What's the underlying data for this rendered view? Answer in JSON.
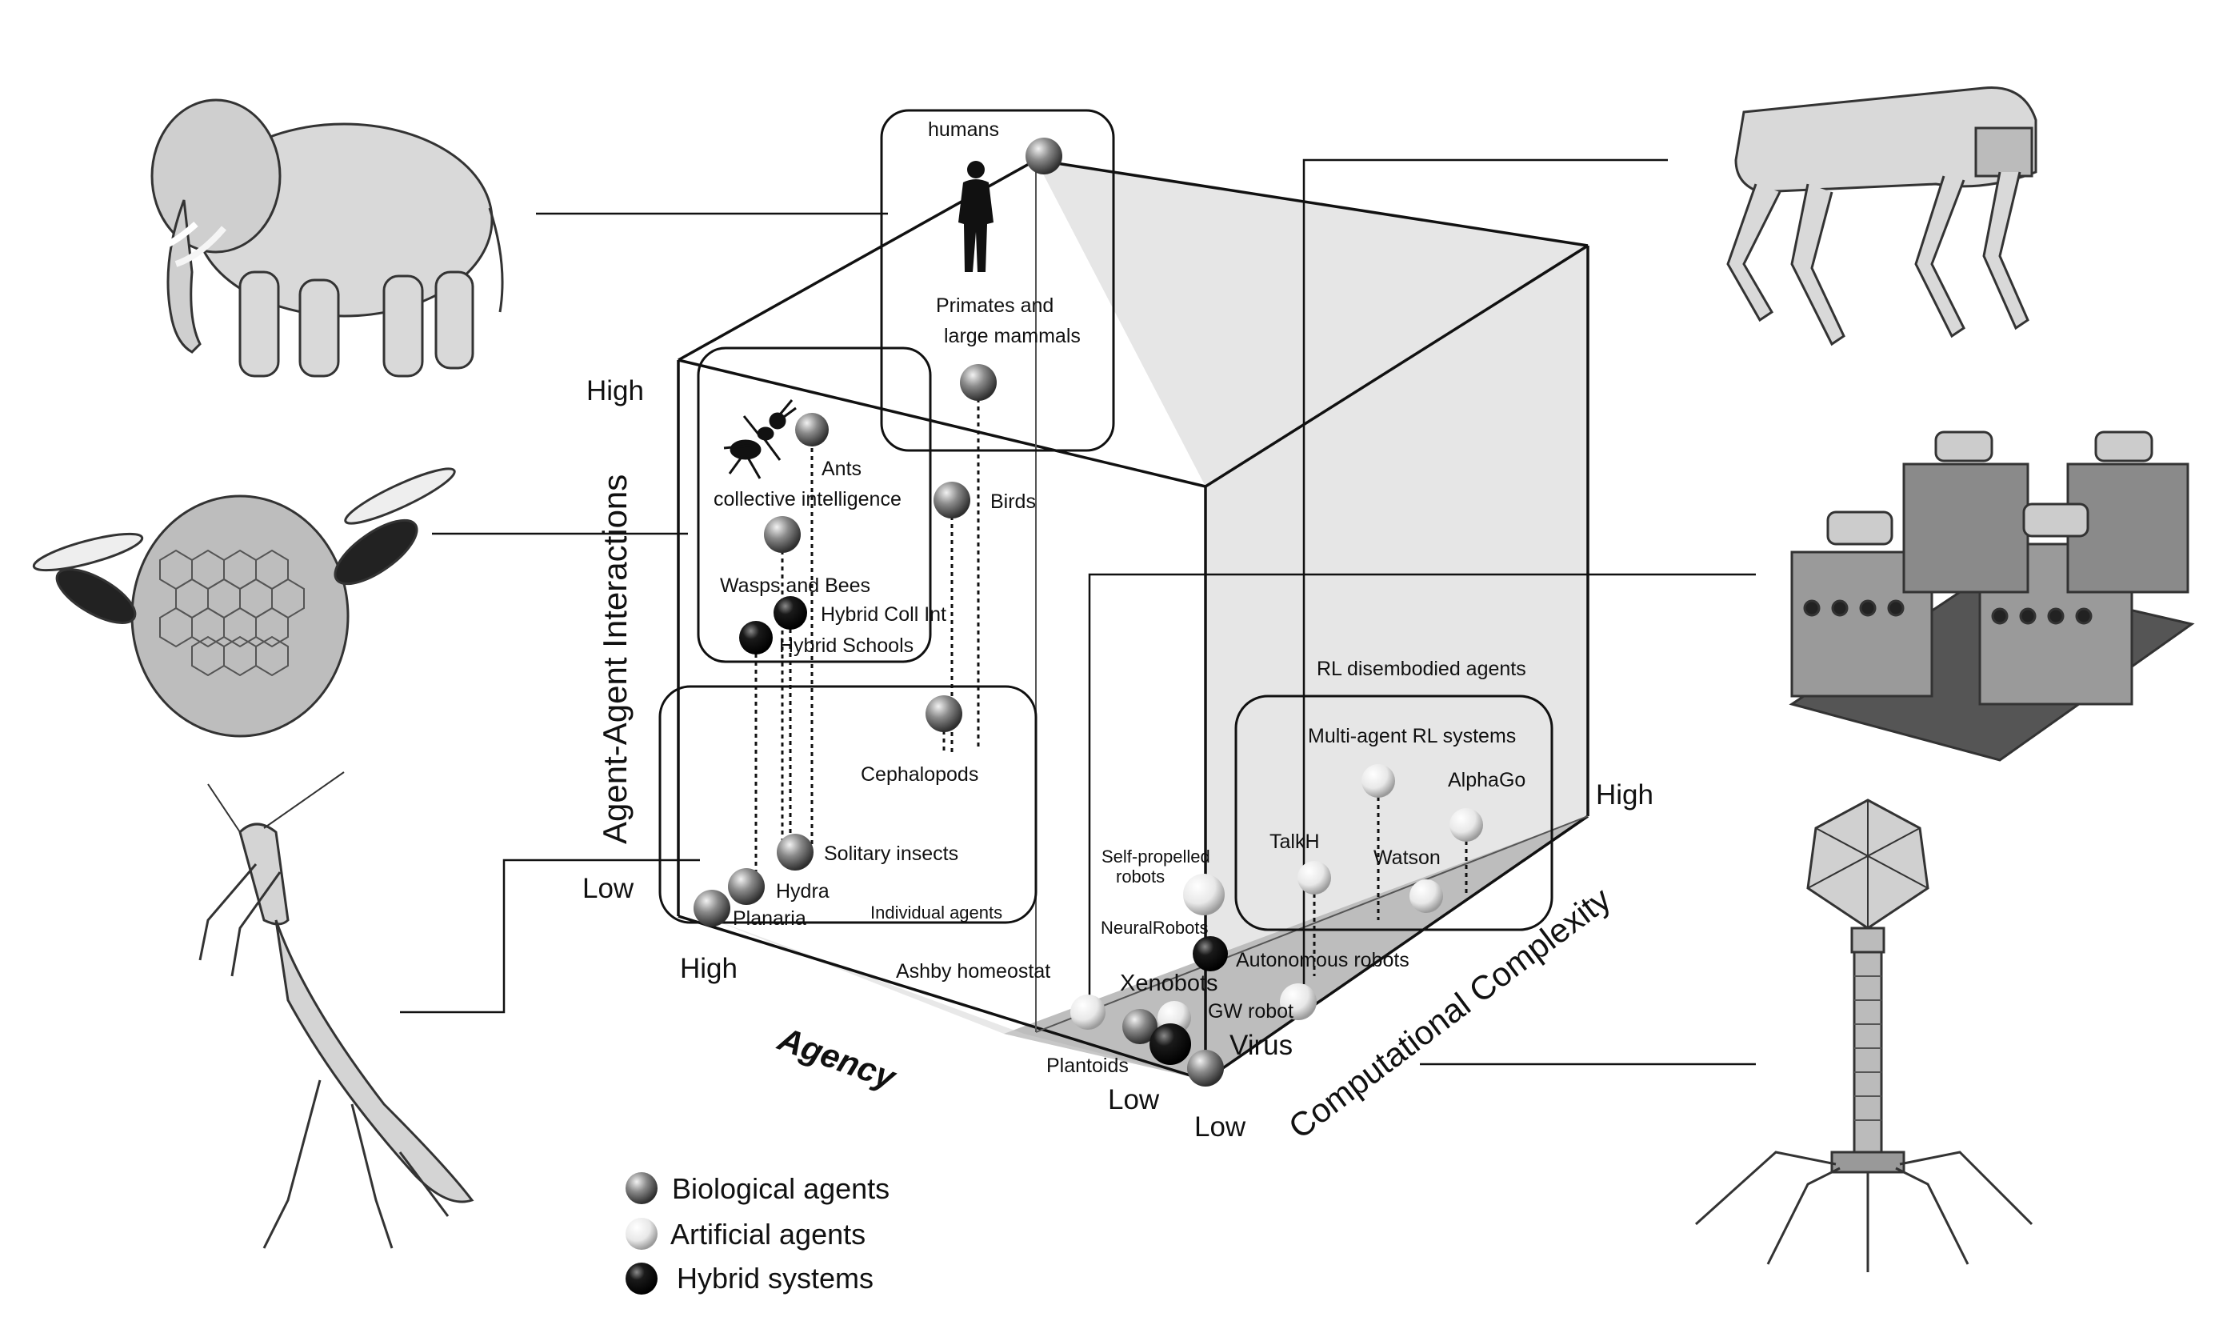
{
  "axes": {
    "vertical": {
      "title": "Agent-Agent Interactions",
      "high": "High",
      "low": "Low"
    },
    "agency": {
      "title": "Agency",
      "high": "High",
      "low": "Low"
    },
    "complexity": {
      "title": "Computational Complexity",
      "high": "High",
      "low": "Low"
    }
  },
  "labels": {
    "humans": "humans",
    "primates_line1": "Primates and",
    "primates_line2": "large mammals",
    "ants": "Ants",
    "collective": "collective intelligence",
    "birds": "Birds",
    "wasps": "Wasps and Bees",
    "hybrid_coll": "Hybrid Coll Int",
    "hybrid_schools": "Hybrid Schools",
    "cephalopods": "Cephalopods",
    "solitary": "Solitary insects",
    "hydra": "Hydra",
    "planaria": "Planaria",
    "individual": "Individual agents",
    "ashby": "Ashby homeostat",
    "rl_disembodied": "RL disembodied agents",
    "multi_agent": "Multi-agent RL systems",
    "alphago": "AlphaGo",
    "talkh": "TalkH",
    "watson": "Watson",
    "self_propelled_1": "Self-propelled",
    "self_propelled_2": "robots",
    "neuralrobots": "NeuralRobots",
    "autonomous": "Autonomous robots",
    "xenobots": "Xenobots",
    "gw_robot": "GW robot",
    "virus": "Virus",
    "plantoids": "Plantoids"
  },
  "legend": [
    {
      "label": "Biological agents",
      "kind": "bio"
    },
    {
      "label": "Artificial agents",
      "kind": "art"
    },
    {
      "label": "Hybrid systems",
      "kind": "hyb"
    }
  ],
  "illustrations": [
    "elephant",
    "wasps-nest",
    "praying-mantis",
    "robot-dog",
    "lab-machines",
    "bacteriophage-virus"
  ],
  "colors": {
    "line": "#111111",
    "plane_fill": "#c7c7c7",
    "wall_fill": "#e6e6e6"
  }
}
